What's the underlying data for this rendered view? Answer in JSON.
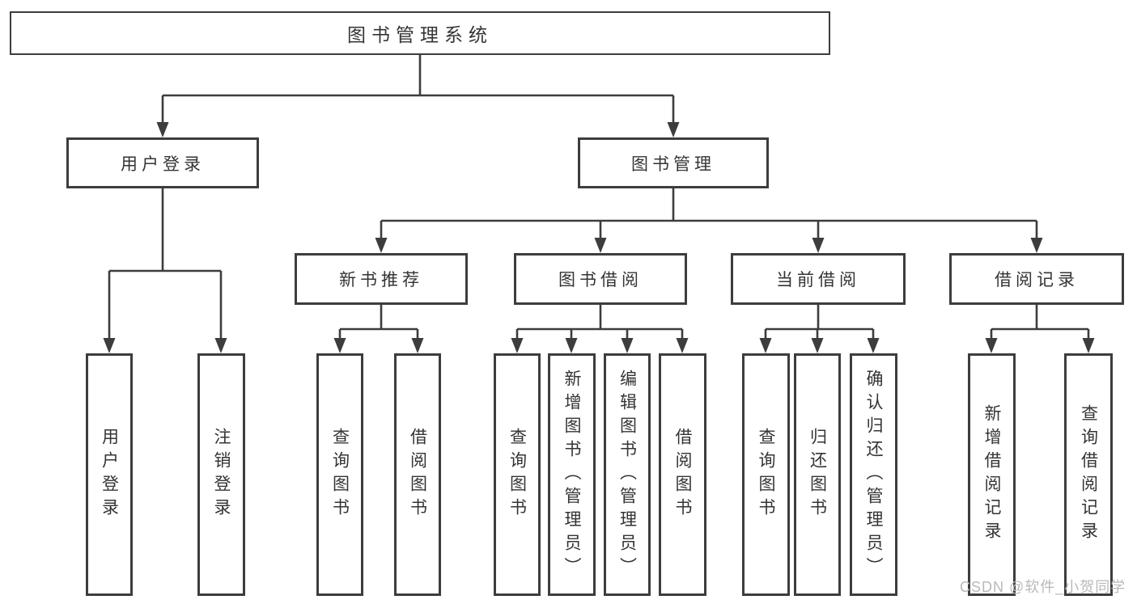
{
  "tree": {
    "label": "图书管理系统",
    "children": [
      {
        "label": "用户登录",
        "children": [
          {
            "label": "用户登录"
          },
          {
            "label": "注销登录"
          }
        ]
      },
      {
        "label": "图书管理",
        "children": [
          {
            "label": "新书推荐",
            "children": [
              {
                "label": "查询图书"
              },
              {
                "label": "借阅图书"
              }
            ]
          },
          {
            "label": "图书借阅",
            "children": [
              {
                "label": "查询图书"
              },
              {
                "label": "新增图书（管理员）"
              },
              {
                "label": "编辑图书（管理员）"
              },
              {
                "label": "借阅图书"
              }
            ]
          },
          {
            "label": "当前借阅",
            "children": [
              {
                "label": "查询图书"
              },
              {
                "label": "归还图书"
              },
              {
                "label": "确认归还（管理员）"
              }
            ]
          },
          {
            "label": "借阅记录",
            "children": [
              {
                "label": "新增借阅记录"
              },
              {
                "label": "查询借阅记录"
              }
            ]
          }
        ]
      }
    ]
  },
  "watermark": {
    "text": "CSDN @软件_小贺同学"
  },
  "colors": {
    "line": "#3d3d3d",
    "box_border": "#3d3d3d",
    "text": "#343434",
    "watermark": "#b9b9b9",
    "background": "#ffffff"
  }
}
